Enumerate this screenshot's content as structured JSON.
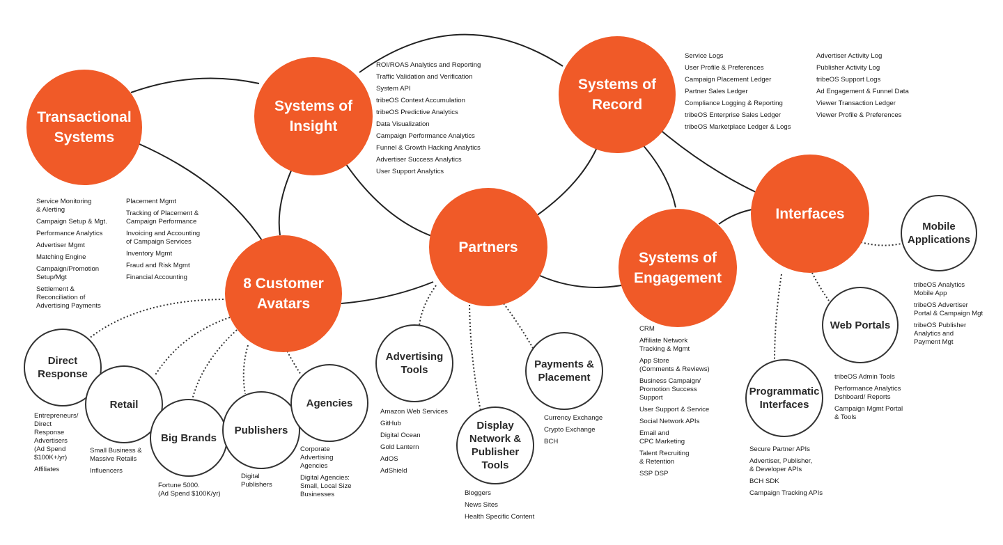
{
  "colors": {
    "accent": "#f05a28",
    "line": "#222222",
    "outline": "#333333"
  },
  "nodes": {
    "transactional": "Transactional\nSystems",
    "insight": "Systems of\nInsight",
    "record": "Systems of\nRecord",
    "interfaces": "Interfaces",
    "partners": "Partners",
    "engagement": "Systems of\nEngagement",
    "avatars": "8 Customer\nAvatars",
    "mobile": "Mobile\nApplications",
    "web_portals": "Web Portals",
    "programmatic": "Programmatic\nInterfaces",
    "direct_response": "Direct\nResponse",
    "retail": "Retail",
    "big_brands": "Big Brands",
    "publishers": "Publishers",
    "agencies": "Agencies",
    "advertising_tools": "Advertising\nTools",
    "display_network": "Display\nNetwork &\nPublisher\nTools",
    "payments": "Payments &\nPlacement"
  },
  "lists": {
    "insight": [
      "ROI/ROAS Analytics and Reporting",
      "Traffic Validation and Verification",
      "System API",
      "tribeOS Context Accumulation",
      "tribeOS Predictive Analytics",
      "Data Visualization",
      "Campaign Performance Analytics",
      "Funnel & Growth Hacking Analytics",
      "Advertiser Success Analytics",
      "User Support Analytics"
    ],
    "record_1": [
      "Service Logs",
      "User Profile & Preferences",
      "Campaign Placement Ledger",
      "Partner Sales Ledger",
      "Compliance Logging & Reporting",
      "tribeOS Enterprise Sales Ledger",
      "tribeOS Marketplace Ledger & Logs"
    ],
    "record_2": [
      "Advertiser Activity Log",
      "Publisher Activity Log",
      "tribeOS Support Logs",
      "Ad Engagement & Funnel Data",
      "Viewer Transaction Ledger",
      "Viewer Profile & Preferences"
    ],
    "transactional_1": [
      "Service Monitoring\n& Alerting",
      "Campaign Setup & Mgt.",
      "Performance Analytics",
      "Advertiser Mgmt",
      "Matching Engine",
      "Campaign/Promotion\nSetup/Mgt",
      "Settlement &\nReconciliation of\nAdvertising Payments"
    ],
    "transactional_2": [
      "Placement Mgmt",
      "Tracking of Placement &\nCampaign Performance",
      "Invoicing and Accounting\nof Campaign Services",
      "Inventory Mgmt",
      "Fraud and Risk Mgmt",
      "Financial Accounting"
    ],
    "direct_response": [
      "Entrepreneurs/\nDirect\nResponse\nAdvertisers\n(Ad Spend\n$100K+/yr)",
      "Affiliates"
    ],
    "retail": [
      "Small Business &\nMassive Retails",
      "Influencers"
    ],
    "big_brands": [
      "Fortune 5000.\n(Ad Spend $100K/yr)"
    ],
    "publishers": [
      "Digital\nPublishers"
    ],
    "agencies": [
      "Corporate\nAdvertising\nAgencies",
      "Digital Agencies:\nSmall, Local Size\nBusinesses"
    ],
    "advertising_tools": [
      "Amazon Web Services",
      "GitHub",
      "Digital Ocean",
      "Gold Lantern",
      "AdOS",
      "AdShield"
    ],
    "display_network": [
      "Bloggers",
      "News Sites",
      "Health Specific Content"
    ],
    "payments": [
      "Currency Exchange",
      "Crypto Exchange",
      "BCH"
    ],
    "engagement": [
      "CRM",
      "Affiliate Network\nTracking & Mgmt",
      "App Store\n(Comments & Reviews)",
      "Business Campaign/\nPromotion Success\nSupport",
      "User Support & Service",
      "Social Network APIs",
      "Email and\nCPC Marketing",
      "Talent Recruiting\n& Retention",
      "SSP DSP"
    ],
    "programmatic": [
      "Secure Partner APIs",
      "Advertiser, Publisher,\n& Developer APIs",
      "BCH SDK",
      "Campaign Tracking APIs"
    ],
    "web_portals": [
      "tribeOS Admin Tools",
      "Performance Analytics\nDshboard/ Reports",
      "Campaign Mgmt Portal\n& Tools"
    ],
    "mobile": [
      "tribeOS Analytics\nMobile App",
      "tribeOS Advertiser\nPortal & Campaign Mgt",
      "tribeOS Publisher\nAnalytics and\nPayment Mgt"
    ]
  }
}
